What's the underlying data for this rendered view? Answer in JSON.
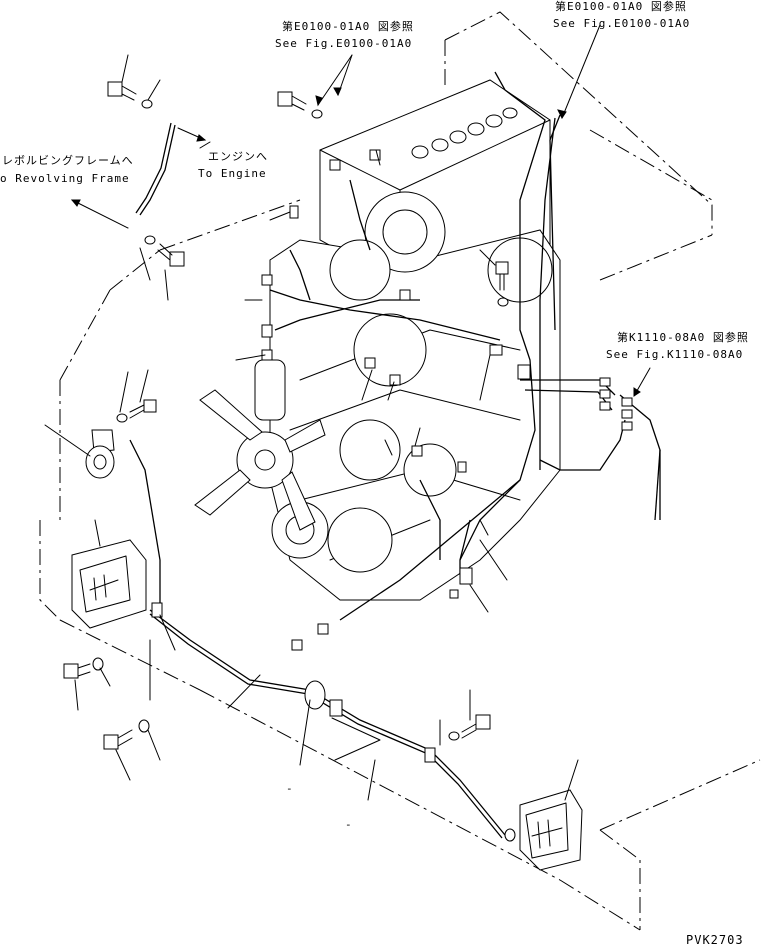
{
  "refs": {
    "top_center_jp": "第E0100-01A0 図参照",
    "top_center_en": "See Fig.E0100-01A0",
    "top_right_jp": "第E0100-01A0 図参照",
    "top_right_en": "See Fig.E0100-01A0",
    "right_jp": "第K1110-08A0 図参照",
    "right_en": "See Fig.K1110-08A0"
  },
  "directions": {
    "frame_jp": "レボルビングフレームへ",
    "frame_en": "o Revolving Frame",
    "engine_jp": "エンジンへ",
    "engine_en": "To Engine"
  },
  "part_marks": {
    "a": "-",
    "b": "-"
  },
  "drawing_id": "PVK2703"
}
